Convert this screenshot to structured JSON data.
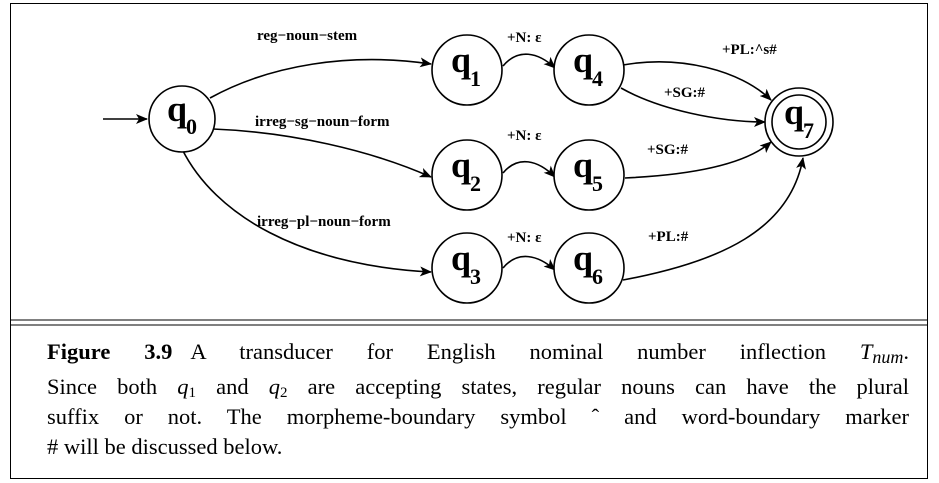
{
  "states": [
    {
      "id": "q0",
      "letter": "q",
      "sub": "0",
      "accepting": false,
      "start": true
    },
    {
      "id": "q1",
      "letter": "q",
      "sub": "1",
      "accepting": false
    },
    {
      "id": "q2",
      "letter": "q",
      "sub": "2",
      "accepting": false
    },
    {
      "id": "q3",
      "letter": "q",
      "sub": "3",
      "accepting": false
    },
    {
      "id": "q4",
      "letter": "q",
      "sub": "4",
      "accepting": false
    },
    {
      "id": "q5",
      "letter": "q",
      "sub": "5",
      "accepting": false
    },
    {
      "id": "q6",
      "letter": "q",
      "sub": "6",
      "accepting": false
    },
    {
      "id": "q7",
      "letter": "q",
      "sub": "7",
      "accepting": true
    }
  ],
  "edges": [
    {
      "from": "q0",
      "to": "q1",
      "label": "reg−noun−stem"
    },
    {
      "from": "q0",
      "to": "q2",
      "label": "irreg−sg−noun−form"
    },
    {
      "from": "q0",
      "to": "q3",
      "label": "irreg−pl−noun−form"
    },
    {
      "from": "q1",
      "to": "q4",
      "label": "+N: ε"
    },
    {
      "from": "q2",
      "to": "q5",
      "label": "+N: ε"
    },
    {
      "from": "q3",
      "to": "q6",
      "label": "+N: ε"
    },
    {
      "from": "q4",
      "to": "q7",
      "label": "+PL:^s#"
    },
    {
      "from": "q4",
      "to": "q7",
      "label": "+SG:#"
    },
    {
      "from": "q5",
      "to": "q7",
      "label": "+SG:#"
    },
    {
      "from": "q6",
      "to": "q7",
      "label": "+PL:#"
    }
  ],
  "caption": {
    "figure_label": "Figure 3.9",
    "line1_text": "A transducer for English nominal number inflection",
    "line1_math": "T",
    "line1_math_sub": "num",
    "line2_a": "Since both",
    "line2_q1": "q",
    "line2_q1_sub": "1",
    "line2_and": "and",
    "line2_q2": "q",
    "line2_q2_sub": "2",
    "line2_b": "are accepting states, regular nouns can have the plural",
    "line3": "suffix or not. The morpheme-boundary symbol ˆ and word-boundary marker",
    "line4": "# will be discussed below."
  }
}
